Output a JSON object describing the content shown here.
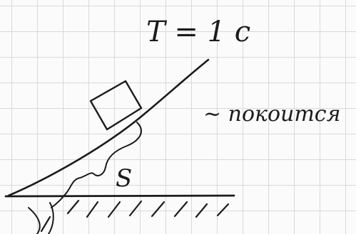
{
  "diagram": {
    "formula": "T = 1 c",
    "note": "~ покоится",
    "distance_label": "S",
    "ink_color": "#1b1b1b",
    "grid_color": "#d9d9d9"
  }
}
